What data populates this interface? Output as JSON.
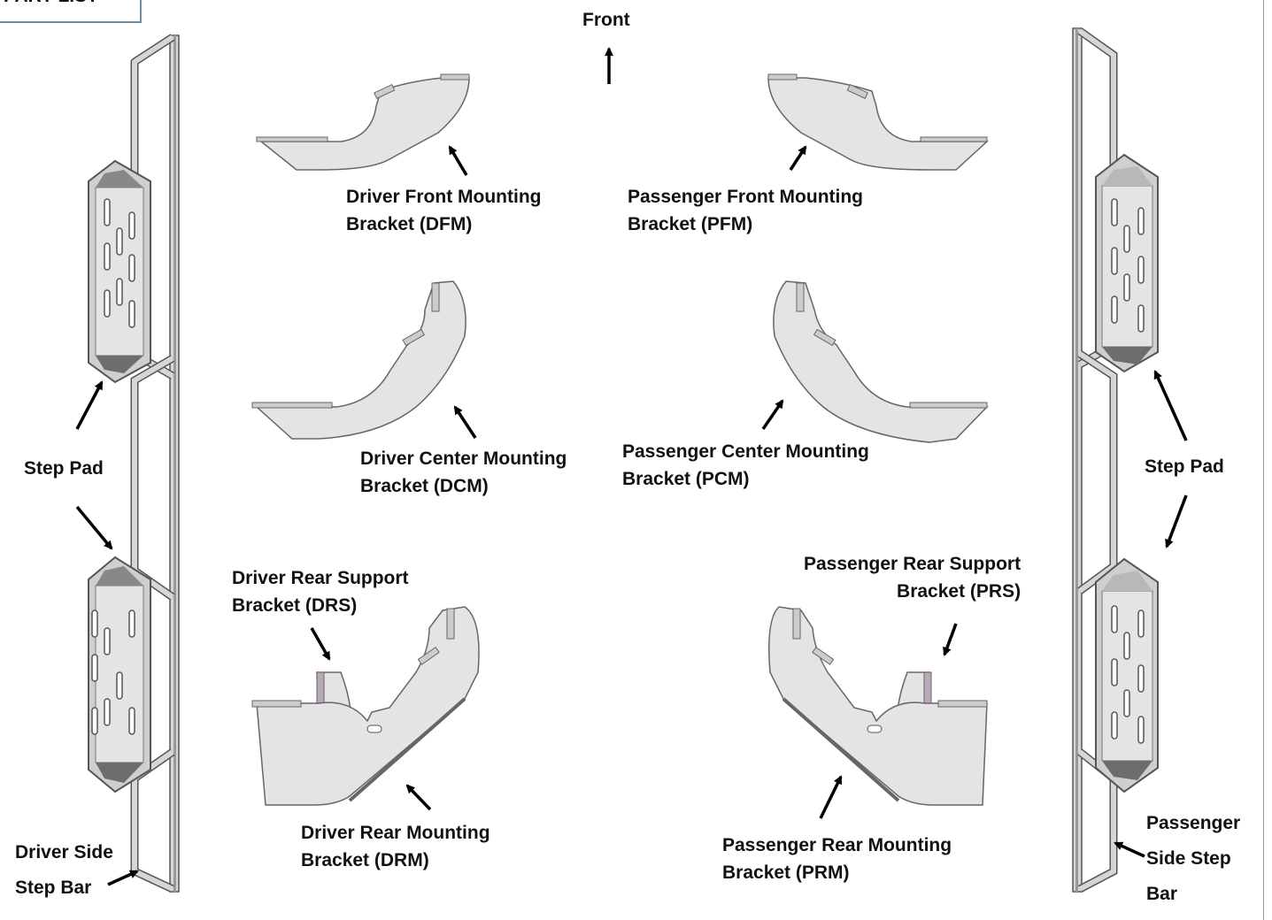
{
  "title": "PART LIST",
  "front_label": "Front",
  "labels": {
    "dfm": {
      "line1": "Driver Front Mounting",
      "line2": "Bracket (DFM)"
    },
    "pfm": {
      "line1": "Passenger Front Mounting",
      "line2": "Bracket (PFM)"
    },
    "dcm": {
      "line1": "Driver Center Mounting",
      "line2": "Bracket (DCM)"
    },
    "pcm": {
      "line1": "Passenger Center Mounting",
      "line2": "Bracket (PCM)"
    },
    "drs": {
      "line1": "Driver Rear Support",
      "line2": "Bracket (DRS)"
    },
    "prs": {
      "line1": "Passenger Rear Support",
      "line2": "Bracket (PRS)"
    },
    "drm": {
      "line1": "Driver Rear Mounting",
      "line2": "Bracket (DRM)"
    },
    "prm": {
      "line1": "Passenger Rear Mounting",
      "line2": "Bracket (PRM)"
    },
    "step_pad_left": "Step Pad",
    "step_pad_right": "Step Pad",
    "driver_bar": {
      "line1": "Driver Side",
      "line2": "Step Bar"
    },
    "passenger_bar": {
      "line1": "Passenger",
      "line2": "Side Step",
      "line3": "Bar"
    }
  },
  "colors": {
    "part_fill": "#e4e4e4",
    "part_stroke": "#555555",
    "pad_dark": "#6d6d6d",
    "bar_fill": "#d6d6d6",
    "arrow": "#000000",
    "frame_border": "#6f8ea8"
  }
}
